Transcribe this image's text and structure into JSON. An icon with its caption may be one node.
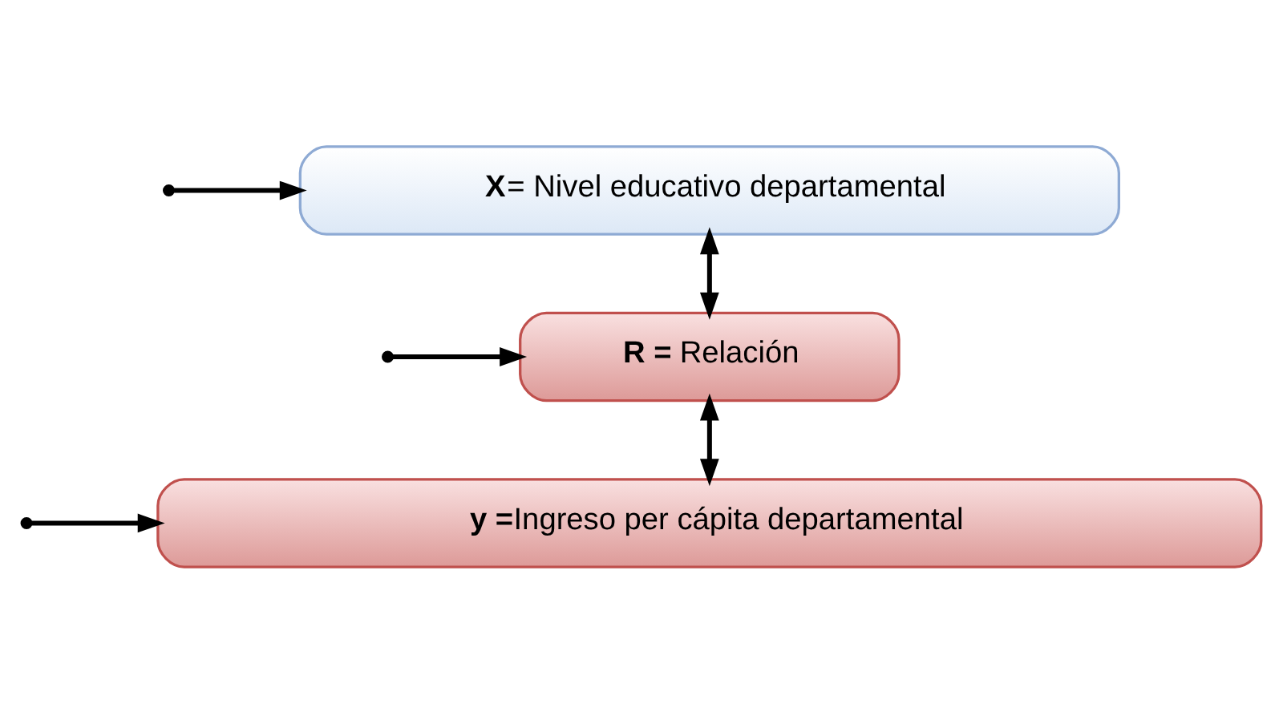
{
  "diagram": {
    "nodes": [
      {
        "text": [
          "**X**= Nivel educativo departamental"
        ]
      },
      {
        "text": [
          "**R =** Relación"
        ]
      },
      {
        "text": [
          "**y =**Ingreso per cápita departamental"
        ]
      }
    ],
    "edges": [
      {
        "from": 0,
        "to": 1,
        "arrow": "both"
      },
      {
        "from": 1,
        "to": 2,
        "arrow": "both"
      },
      {
        "from": null,
        "to": 0,
        "arrow": "to"
      },
      {
        "from": null,
        "to": 1,
        "arrow": "to"
      },
      {
        "from": null,
        "to": 2,
        "arrow": "to"
      }
    ]
  }
}
